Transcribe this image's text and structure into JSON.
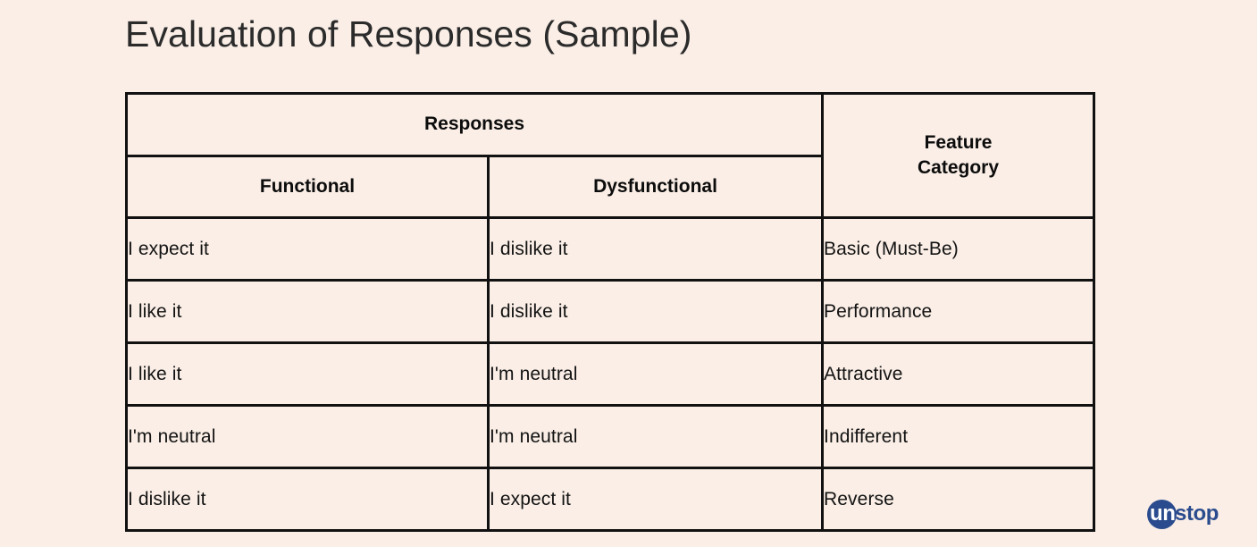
{
  "page": {
    "title": "Evaluation of Responses (Sample)",
    "background_color": "#faeee6",
    "text_color": "#2b2b2b",
    "border_color": "#111111"
  },
  "table": {
    "group_header": "Responses",
    "category_header_line1": "Feature",
    "category_header_line2": "Category",
    "columns": [
      "Functional",
      "Dysfunctional",
      "Feature Category"
    ],
    "rows": [
      {
        "functional": "I expect it",
        "dysfunctional": "I dislike it",
        "category": "Basic (Must-Be)"
      },
      {
        "functional": "I like it",
        "dysfunctional": "I dislike it",
        "category": "Performance"
      },
      {
        "functional": "I like it",
        "dysfunctional": "I'm neutral",
        "category": "Attractive"
      },
      {
        "functional": "I'm neutral",
        "dysfunctional": "I'm neutral",
        "category": "Indifferent"
      },
      {
        "functional": "I dislike it",
        "dysfunctional": "I expect it",
        "category": "Reverse"
      }
    ]
  },
  "branding": {
    "mark_text": "un",
    "word_text": "stop",
    "circle_color": "#2a4b8d",
    "word_color": "#2a4b8d"
  }
}
